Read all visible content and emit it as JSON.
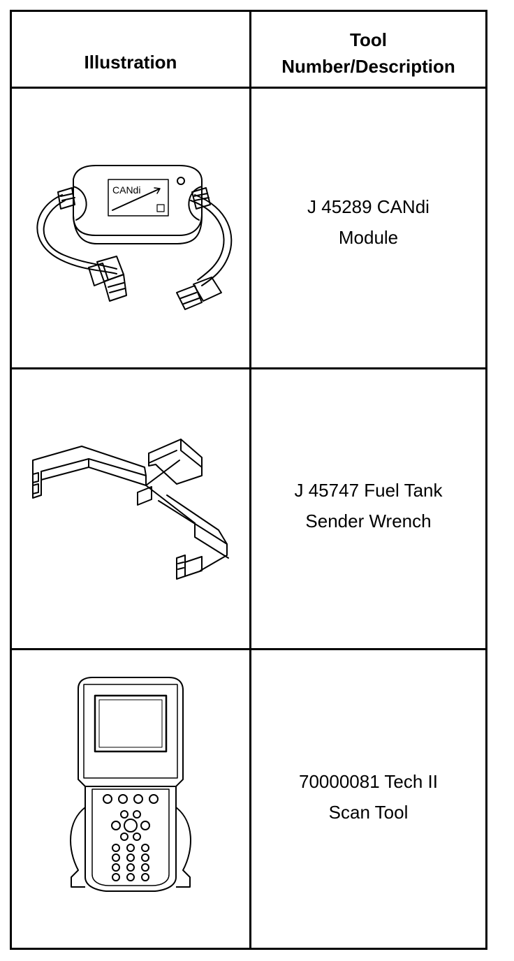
{
  "table": {
    "headers": {
      "illustration": "Illustration",
      "tool_line1": "Tool",
      "tool_line2": "Number/Description"
    },
    "rows": [
      {
        "line1": "J 45289 CANdi",
        "line2": "Module",
        "icon": "candi-module-icon",
        "label_text": "CANdi"
      },
      {
        "line1": "J 45747 Fuel Tank",
        "line2": "Sender Wrench",
        "icon": "fuel-tank-sender-wrench-icon"
      },
      {
        "line1": "70000081 Tech II",
        "line2": "Scan Tool",
        "icon": "tech-ii-scan-tool-icon"
      }
    ]
  }
}
